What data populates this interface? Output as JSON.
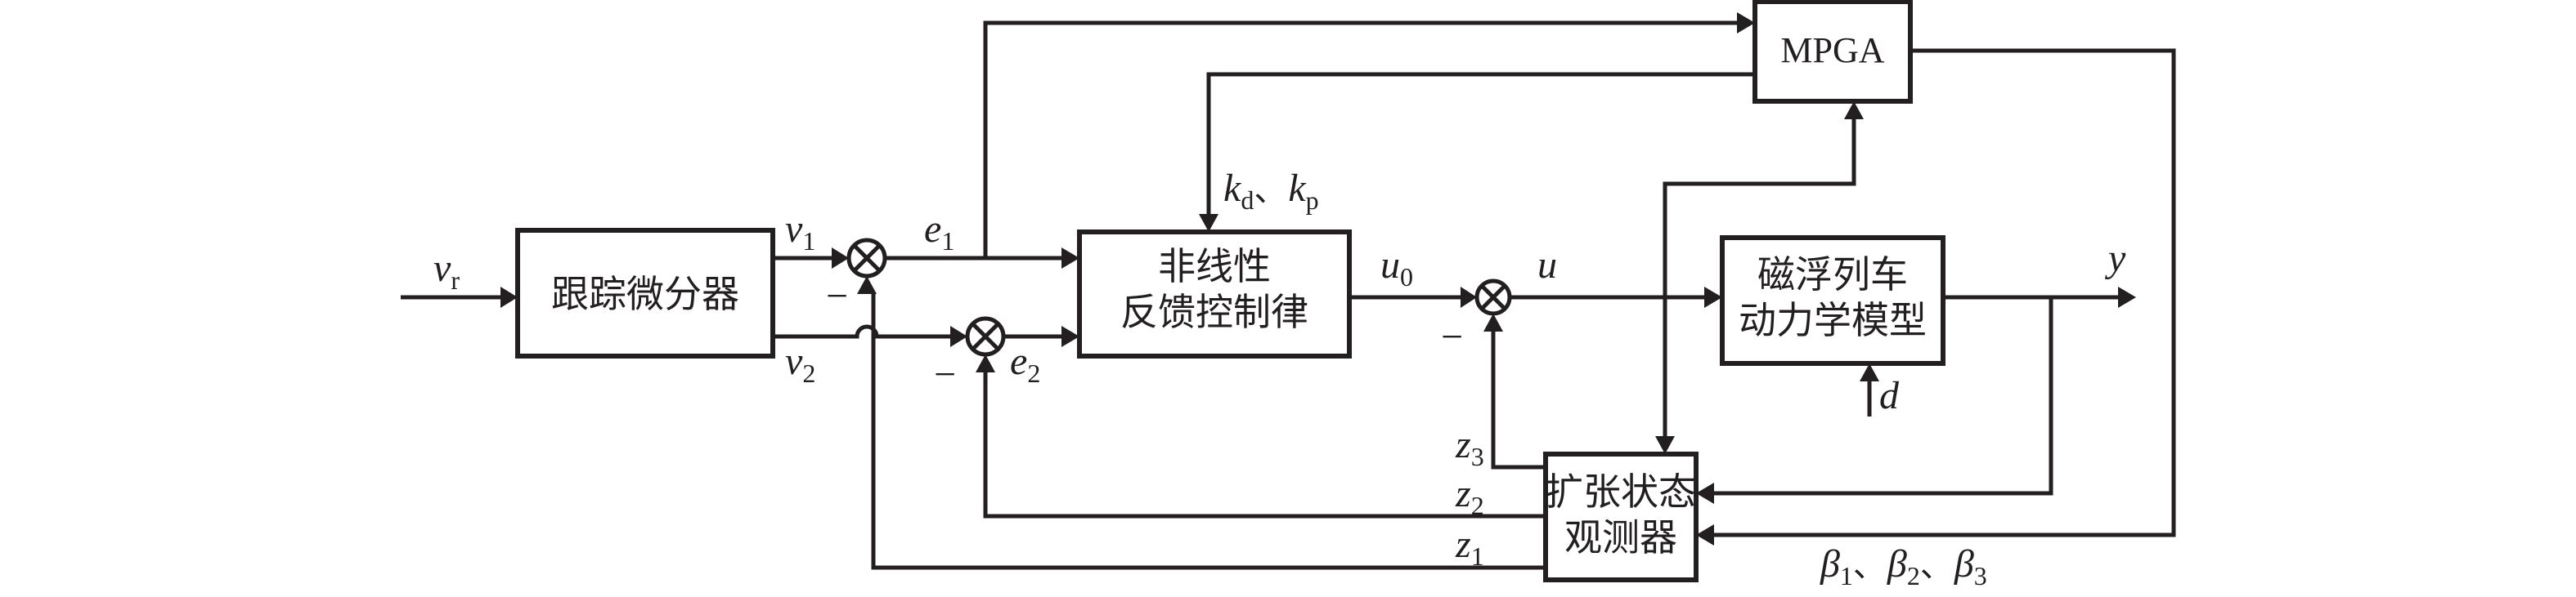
{
  "blocks": {
    "tracking_differentiator": {
      "lines": [
        "跟踪微分器"
      ]
    },
    "nonlinear_feedback": {
      "lines": [
        "非线性",
        "反馈控制律"
      ]
    },
    "mpga": {
      "lines": [
        "MPGA"
      ]
    },
    "maglev_model": {
      "lines": [
        "磁浮列车",
        "动力学模型"
      ]
    },
    "eso": {
      "lines": [
        "扩张状态",
        "观测器"
      ]
    }
  },
  "signals": {
    "vr": {
      "main": "v",
      "sub": "r"
    },
    "v1": {
      "main": "v",
      "sub": "1"
    },
    "v2": {
      "main": "v",
      "sub": "2"
    },
    "e1": {
      "main": "e",
      "sub": "1"
    },
    "e2": {
      "main": "e",
      "sub": "2"
    },
    "u0": {
      "main": "u",
      "sub": "0"
    },
    "u": {
      "main": "u"
    },
    "y": {
      "main": "y"
    },
    "d": {
      "main": "d"
    },
    "z1": {
      "main": "z",
      "sub": "1"
    },
    "z2": {
      "main": "z",
      "sub": "2"
    },
    "z3": {
      "main": "z",
      "sub": "3"
    },
    "kd": {
      "main": "k",
      "sub": "d"
    },
    "kp": {
      "main": "k",
      "sub": "p"
    },
    "beta1": {
      "main": "β",
      "sub": "1"
    },
    "beta2": {
      "main": "β",
      "sub": "2"
    },
    "beta3": {
      "main": "β",
      "sub": "3"
    }
  },
  "separators": {
    "list": "、"
  },
  "sum_signs": {
    "minus": "−"
  }
}
